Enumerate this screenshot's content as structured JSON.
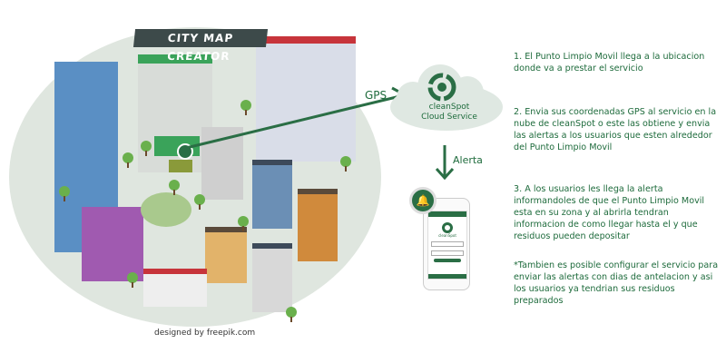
{
  "illustration": {
    "title": "CITY MAP CREATOR",
    "credit": "designed by freepik.com"
  },
  "flow": {
    "gps_label": "GPS",
    "cloud_line1": "cleanSpot",
    "cloud_line2": "Cloud Service",
    "alert_label": "Alerta",
    "phone_app_name": "cleanSpot"
  },
  "steps": [
    "1. El Punto Limpio Movil llega a la ubicacion donde va a prestar el servicio",
    "2. Envia sus coordenadas GPS al servicio en la nube de cleanSpot o este las obtiene y envia las alertas a los usuarios que esten alrededor del Punto Limpio Movil",
    "3. A los usuarios les llega la alerta informandoles de que el Punto Limpio Movil esta en su zona y al abrirla tendran informacion de como llegar hasta el y que residuos pueden depositar",
    "*Tambien es posible configurar el servicio para enviar las alertas con dias de antelacion y asi los usuarios ya tendrian sus residuos preparados"
  ],
  "colors": {
    "accent": "#1e6b3c",
    "cloud": "#dfe8e2",
    "city_bg": "#dfe6df"
  }
}
